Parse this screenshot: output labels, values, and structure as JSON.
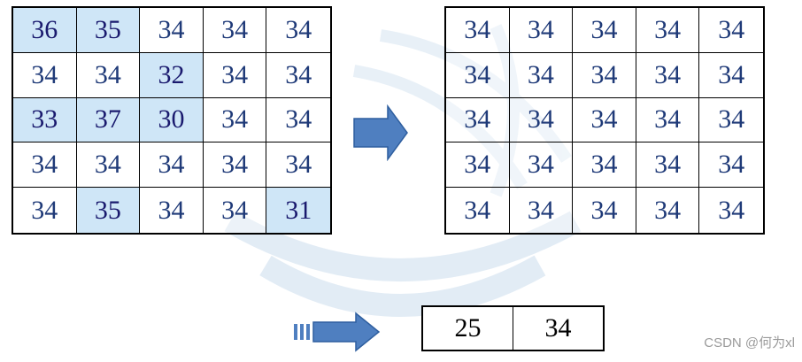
{
  "left_grid": {
    "rows": [
      [
        "36",
        "35",
        "34",
        "34",
        "34"
      ],
      [
        "34",
        "34",
        "32",
        "34",
        "34"
      ],
      [
        "33",
        "37",
        "30",
        "34",
        "34"
      ],
      [
        "34",
        "34",
        "34",
        "34",
        "34"
      ],
      [
        "34",
        "35",
        "34",
        "34",
        "31"
      ]
    ],
    "highlighted": [
      [
        0,
        0
      ],
      [
        0,
        1
      ],
      [
        1,
        2
      ],
      [
        2,
        0
      ],
      [
        2,
        1
      ],
      [
        2,
        2
      ],
      [
        4,
        1
      ],
      [
        4,
        4
      ]
    ],
    "highlight_color": "#cfe6f7"
  },
  "right_grid": {
    "rows": [
      [
        "34",
        "34",
        "34",
        "34",
        "34"
      ],
      [
        "34",
        "34",
        "34",
        "34",
        "34"
      ],
      [
        "34",
        "34",
        "34",
        "34",
        "34"
      ],
      [
        "34",
        "34",
        "34",
        "34",
        "34"
      ],
      [
        "34",
        "34",
        "34",
        "34",
        "34"
      ]
    ]
  },
  "result": {
    "values": [
      "25",
      "34"
    ]
  },
  "credit": "CSDN @何为xl",
  "colors": {
    "arrow_fill": "#4f7fc0",
    "arrow_stroke": "#2f5f9f",
    "number_text": "#1f3a78"
  }
}
